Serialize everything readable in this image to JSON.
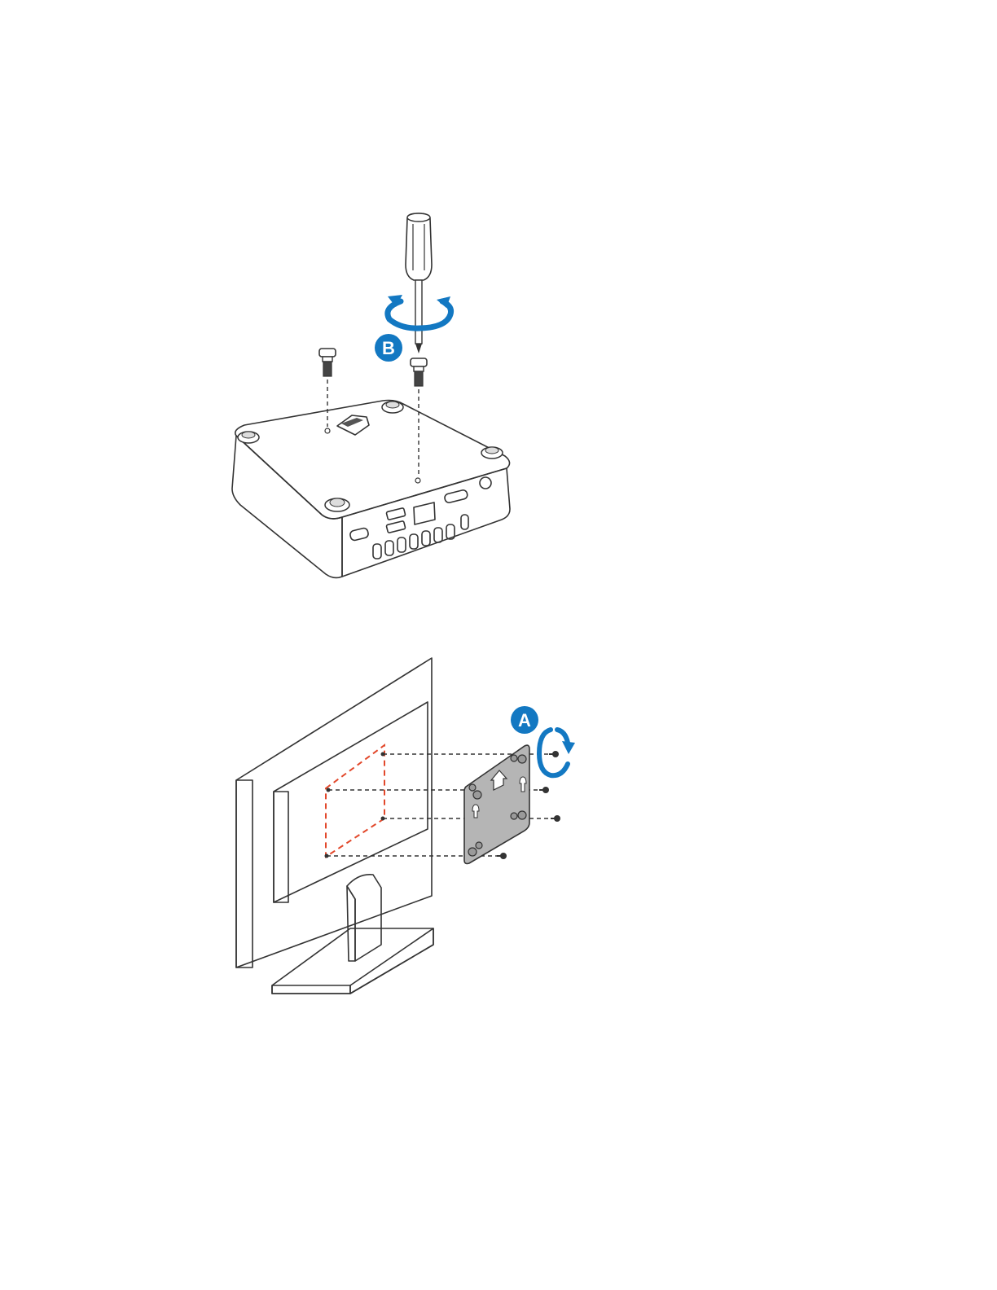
{
  "colors": {
    "accent": "#1378c2",
    "dashed_outline": "#e2482b",
    "monitor_fill": "#ececec",
    "plate_fill": "#b5b5b5"
  },
  "figures": [
    {
      "id": "step-b",
      "badge": {
        "label": "B"
      },
      "icons": [
        "screwdriver-icon",
        "rotate-arrow-icon",
        "screw-icon"
      ]
    },
    {
      "id": "step-a",
      "badge": {
        "label": "A"
      },
      "icons": [
        "monitor-icon",
        "vesa-plate-icon",
        "rotate-arrow-icon",
        "screw-icon"
      ]
    }
  ]
}
